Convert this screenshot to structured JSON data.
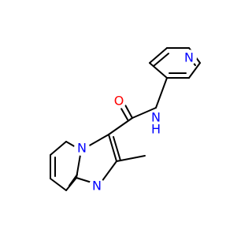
{
  "molecule": {
    "atoms": {
      "n_pyridine": {
        "label": "N",
        "color": "#0000ff"
      },
      "n_amide": {
        "label": "N",
        "sublabel": "H",
        "color": "#0000ff"
      },
      "o_carbonyl": {
        "label": "O",
        "color": "#ff0000"
      },
      "n_bridge": {
        "label": "N",
        "color": "#0000ff"
      },
      "n_imidazole": {
        "label": "N",
        "color": "#0000ff"
      }
    }
  }
}
